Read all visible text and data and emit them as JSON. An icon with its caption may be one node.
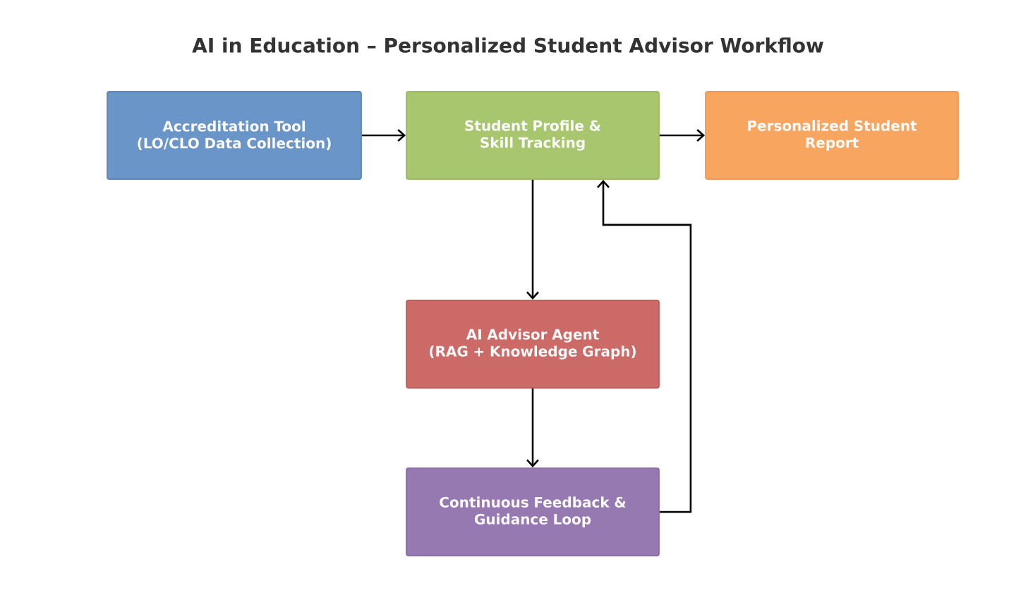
{
  "diagram": {
    "title": "AI in Education – Personalized Student Advisor Workflow",
    "nodes": [
      {
        "text": [
          "Accreditation Tool (LO/CLO Data Collection)"
        ]
      },
      {
        "text": [
          "Student Profile & Skill Tracking"
        ]
      },
      {
        "text": [
          "Personalized Student Report"
        ]
      },
      {
        "text": [
          "AI Advisor Agent (RAG + Knowledge Graph)"
        ]
      },
      {
        "text": [
          "Continuous Feedback & Guidance Loop"
        ]
      }
    ],
    "edges": [
      {
        "from": 0,
        "to": 1,
        "arrow": "to"
      },
      {
        "from": 1,
        "to": 2,
        "arrow": "to"
      },
      {
        "from": 1,
        "to": 3,
        "arrow": "to"
      },
      {
        "from": 3,
        "to": 4,
        "arrow": "to"
      },
      {
        "from": 4,
        "to": 1,
        "arrow": "to"
      }
    ]
  }
}
